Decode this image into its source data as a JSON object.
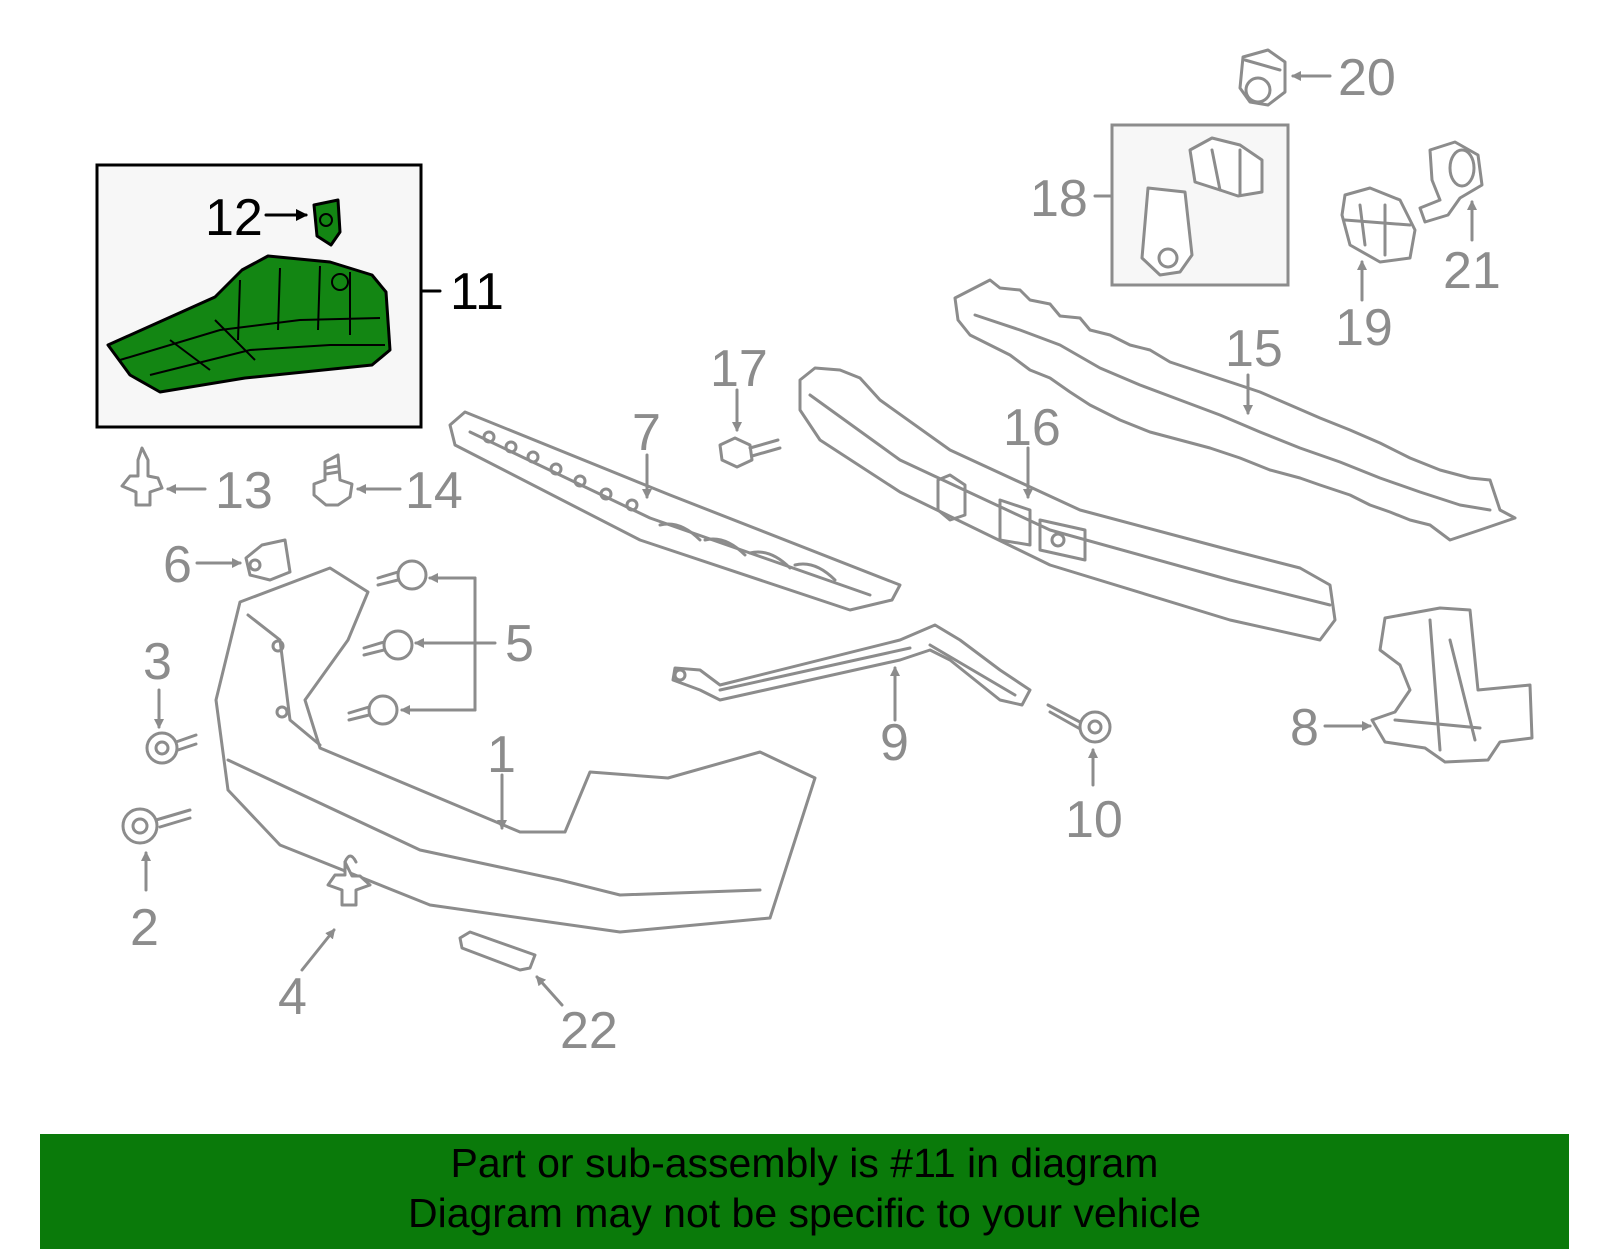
{
  "diagram": {
    "highlight_color": "#138613",
    "line_color": "#8c8c8c",
    "callouts": {
      "c1": "1",
      "c2": "2",
      "c3": "3",
      "c4": "4",
      "c5": "5",
      "c6": "6",
      "c7": "7",
      "c8": "8",
      "c9": "9",
      "c10": "10",
      "c11": "11",
      "c12": "12",
      "c13": "13",
      "c14": "14",
      "c15": "15",
      "c16": "16",
      "c17": "17",
      "c18": "18",
      "c19": "19",
      "c20": "20",
      "c21": "21",
      "c22": "22"
    }
  },
  "footer": {
    "background": "#0a7a0a",
    "line1": "Part or sub-assembly is #11 in diagram",
    "line2": "Diagram may not be specific to your vehicle"
  }
}
